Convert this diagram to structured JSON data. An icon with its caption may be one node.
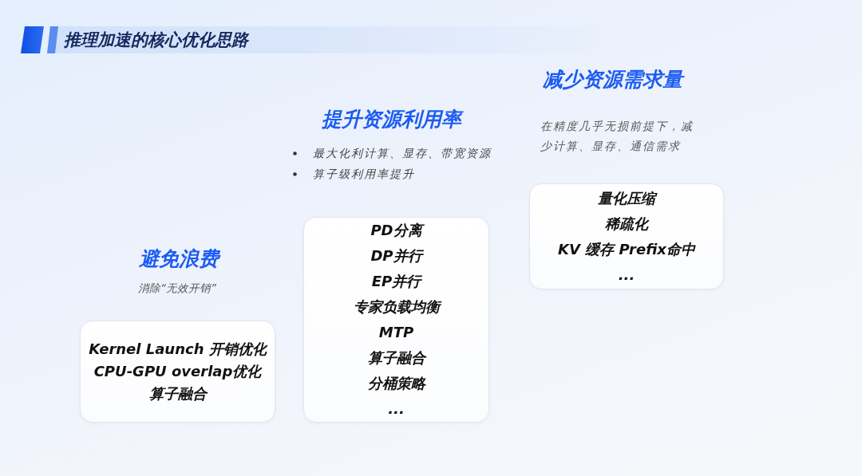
{
  "diagram": {
    "title": "推理加速的核心优化思路",
    "nodes": [
      {
        "text": [
          "Kernel Launch 开销优化",
          "CPU-GPU overlap优化",
          "算子融合"
        ],
        "beside": [
          "避免浪费",
          "消除“无效开销”"
        ]
      },
      {
        "text": [
          "PD分离",
          "DP并行",
          "EP并行",
          "专家负载均衡",
          "MTP",
          "算子融合",
          "分桶策略",
          "..."
        ],
        "beside": [
          "提升资源利用率",
          "最大化利计算、显存、带宽资源",
          "算子级利用率提升"
        ]
      },
      {
        "text": [
          "量化压缩",
          "稀疏化",
          "KV 缓存 Prefix命中",
          "..."
        ],
        "beside": [
          "减少资源需求量",
          "在精度几乎无损前提下，减少计算、显存、通信需求"
        ]
      }
    ]
  }
}
